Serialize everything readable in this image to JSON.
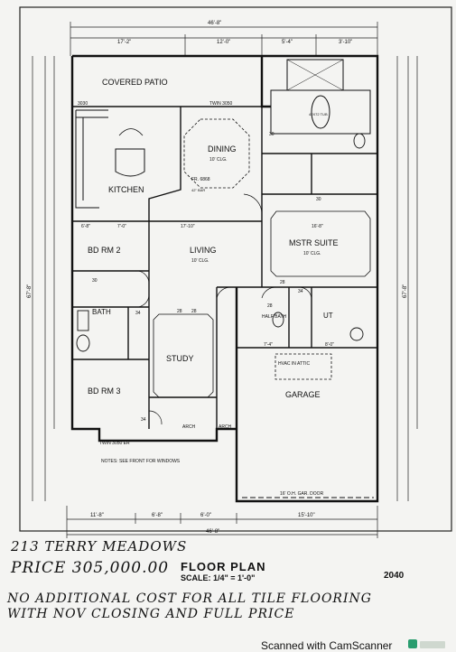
{
  "plan": {
    "rooms": {
      "covered_patio": "COVERED PATIO",
      "dining": "DINING",
      "dining_clg": "10' CLG.",
      "kitchen": "KITCHEN",
      "living": "LIVING",
      "living_clg": "10' CLG.",
      "mstr_suite": "MSTR SUITE",
      "mstr_clg": "10' CLG.",
      "bd_rm_2": "BD RM 2",
      "bath": "BATH",
      "study": "STUDY",
      "bd_rm_3": "BD RM 3",
      "half_bath": "HALF BATH",
      "ut": "UT",
      "garage": "GARAGE",
      "hvac": "HVAC IN ATTIC",
      "tub": "42X72 TUB"
    },
    "labels": {
      "twin_top": "TWIN 3050",
      "twin_bottom": "TWIN 3050 ER",
      "left_3030": "3030",
      "fr_6868": "FR. 6868",
      "h42": "42\" BAR",
      "arch1": "ARCH",
      "arch2": "ARCH",
      "garage_door": "16' O.H. GAR. DOOR",
      "notes": "NOTES: SEE FRONT FOR WINDOWS",
      "d34a": "34",
      "d34b": "34",
      "d28a": "28",
      "d28b": "28",
      "d30a": "30",
      "d30b": "30",
      "d30c": "30",
      "d28c": "28",
      "d28d": "28",
      "d34c": "34"
    },
    "dimensions": {
      "top_overall": "46'-8\"",
      "top_left": "17'-2\"",
      "top_mid": "12'-0\"",
      "top_right1": "5'-4\"",
      "top_right2": "3'-10\"",
      "bottom_overall": "46'-8\"",
      "bottom_left": "11'-8\"",
      "bottom_mid1": "6'-8\"",
      "bottom_mid2": "6'-0\"",
      "bottom_right": "15'-10\"",
      "left_overall": "67'-8\"",
      "right_overall": "67'-8\"",
      "living_width": "17'-10\"",
      "mstr_width": "16'-8\"",
      "bd2_a": "6'-8\"",
      "bd2_b": "7'-0\"",
      "ut_a": "7'-4\"",
      "ut_b": "8'-0\""
    }
  },
  "handwritten": {
    "address": "213 TERRY MEADOWS",
    "price": "PRICE 305,000.00",
    "note_line1": "NO ADDITIONAL COST FOR ALL TILE FLOORING",
    "note_line2": "WITH NOV CLOSING AND FULL PRICE"
  },
  "title_block": {
    "title": "FLOOR PLAN",
    "scale": "SCALE: 1/4\" = 1'-0\"",
    "number": "2040"
  },
  "footer": {
    "scanned": "Scanned with CamScanner"
  }
}
